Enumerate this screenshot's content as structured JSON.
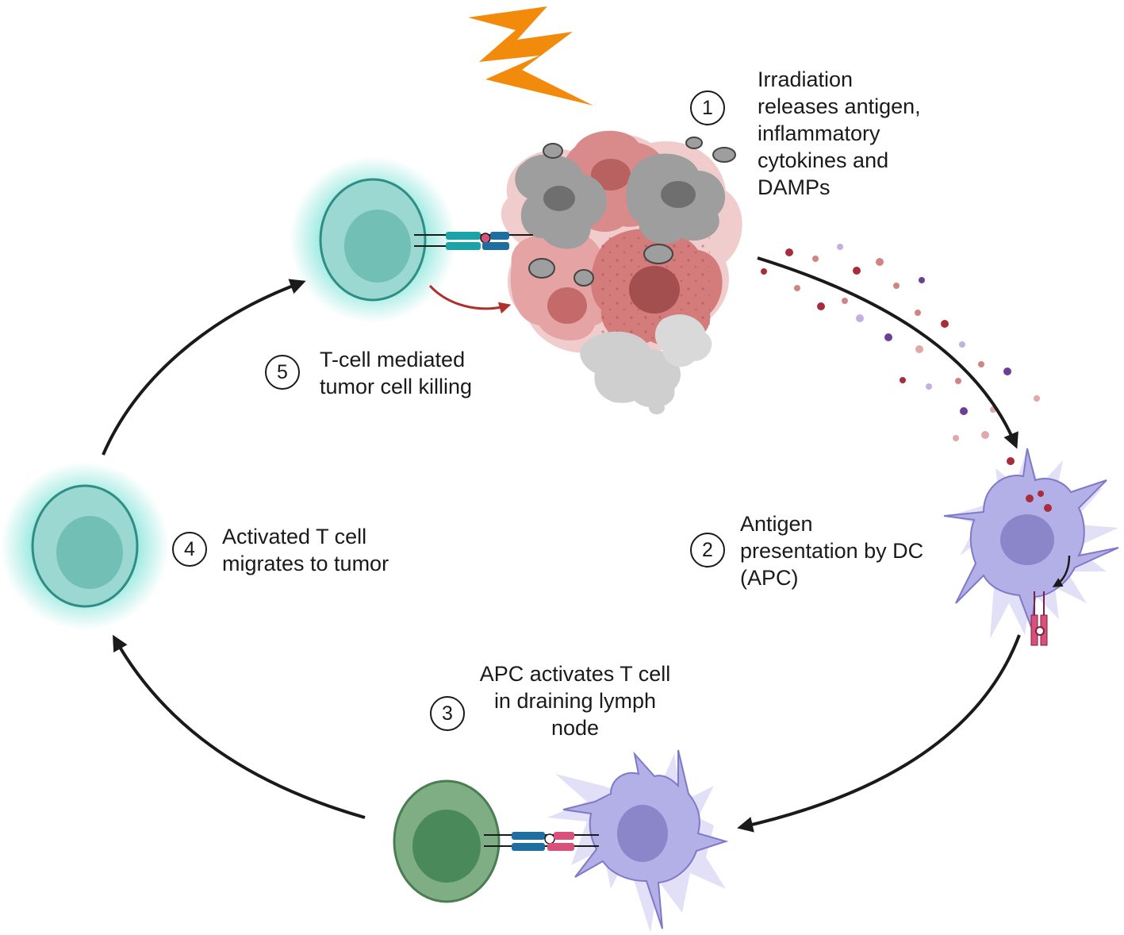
{
  "steps": [
    {
      "number": "1",
      "label": "Irradiation\nreleases antigen,\ninflammatory\ncytokines and\nDAMPs"
    },
    {
      "number": "2",
      "label": "Antigen\npresentation by DC\n(APC)"
    },
    {
      "number": "3",
      "label": "APC activates T cell\nin draining lymph\nnode"
    },
    {
      "number": "4",
      "label": "Activated T cell\nmigrates to tumor"
    },
    {
      "number": "5",
      "label": "T-cell mediated\ntumor cell killing"
    }
  ],
  "icons": [
    "lightning-icon",
    "tumor-cell-cluster-icon",
    "dendritic-cell-icon",
    "t-cell-icon",
    "antigen-particle-icon",
    "receptor-complex-icon",
    "cycle-arrow-icon"
  ],
  "colors": {
    "lightning": "#f28a0c",
    "tumor_red": "#d97f7f",
    "tumor_grey": "#a3a3a3",
    "dendritic_cell": "#b3b0e8",
    "activated_t_cell": "#8fd3cc",
    "naive_t_cell": "#6fa57a",
    "receptor_blue": "#1f6ea0",
    "receptor_pink": "#d9507a",
    "arrow": "#1a1a1a",
    "kill_arrow": "#b0302c"
  }
}
